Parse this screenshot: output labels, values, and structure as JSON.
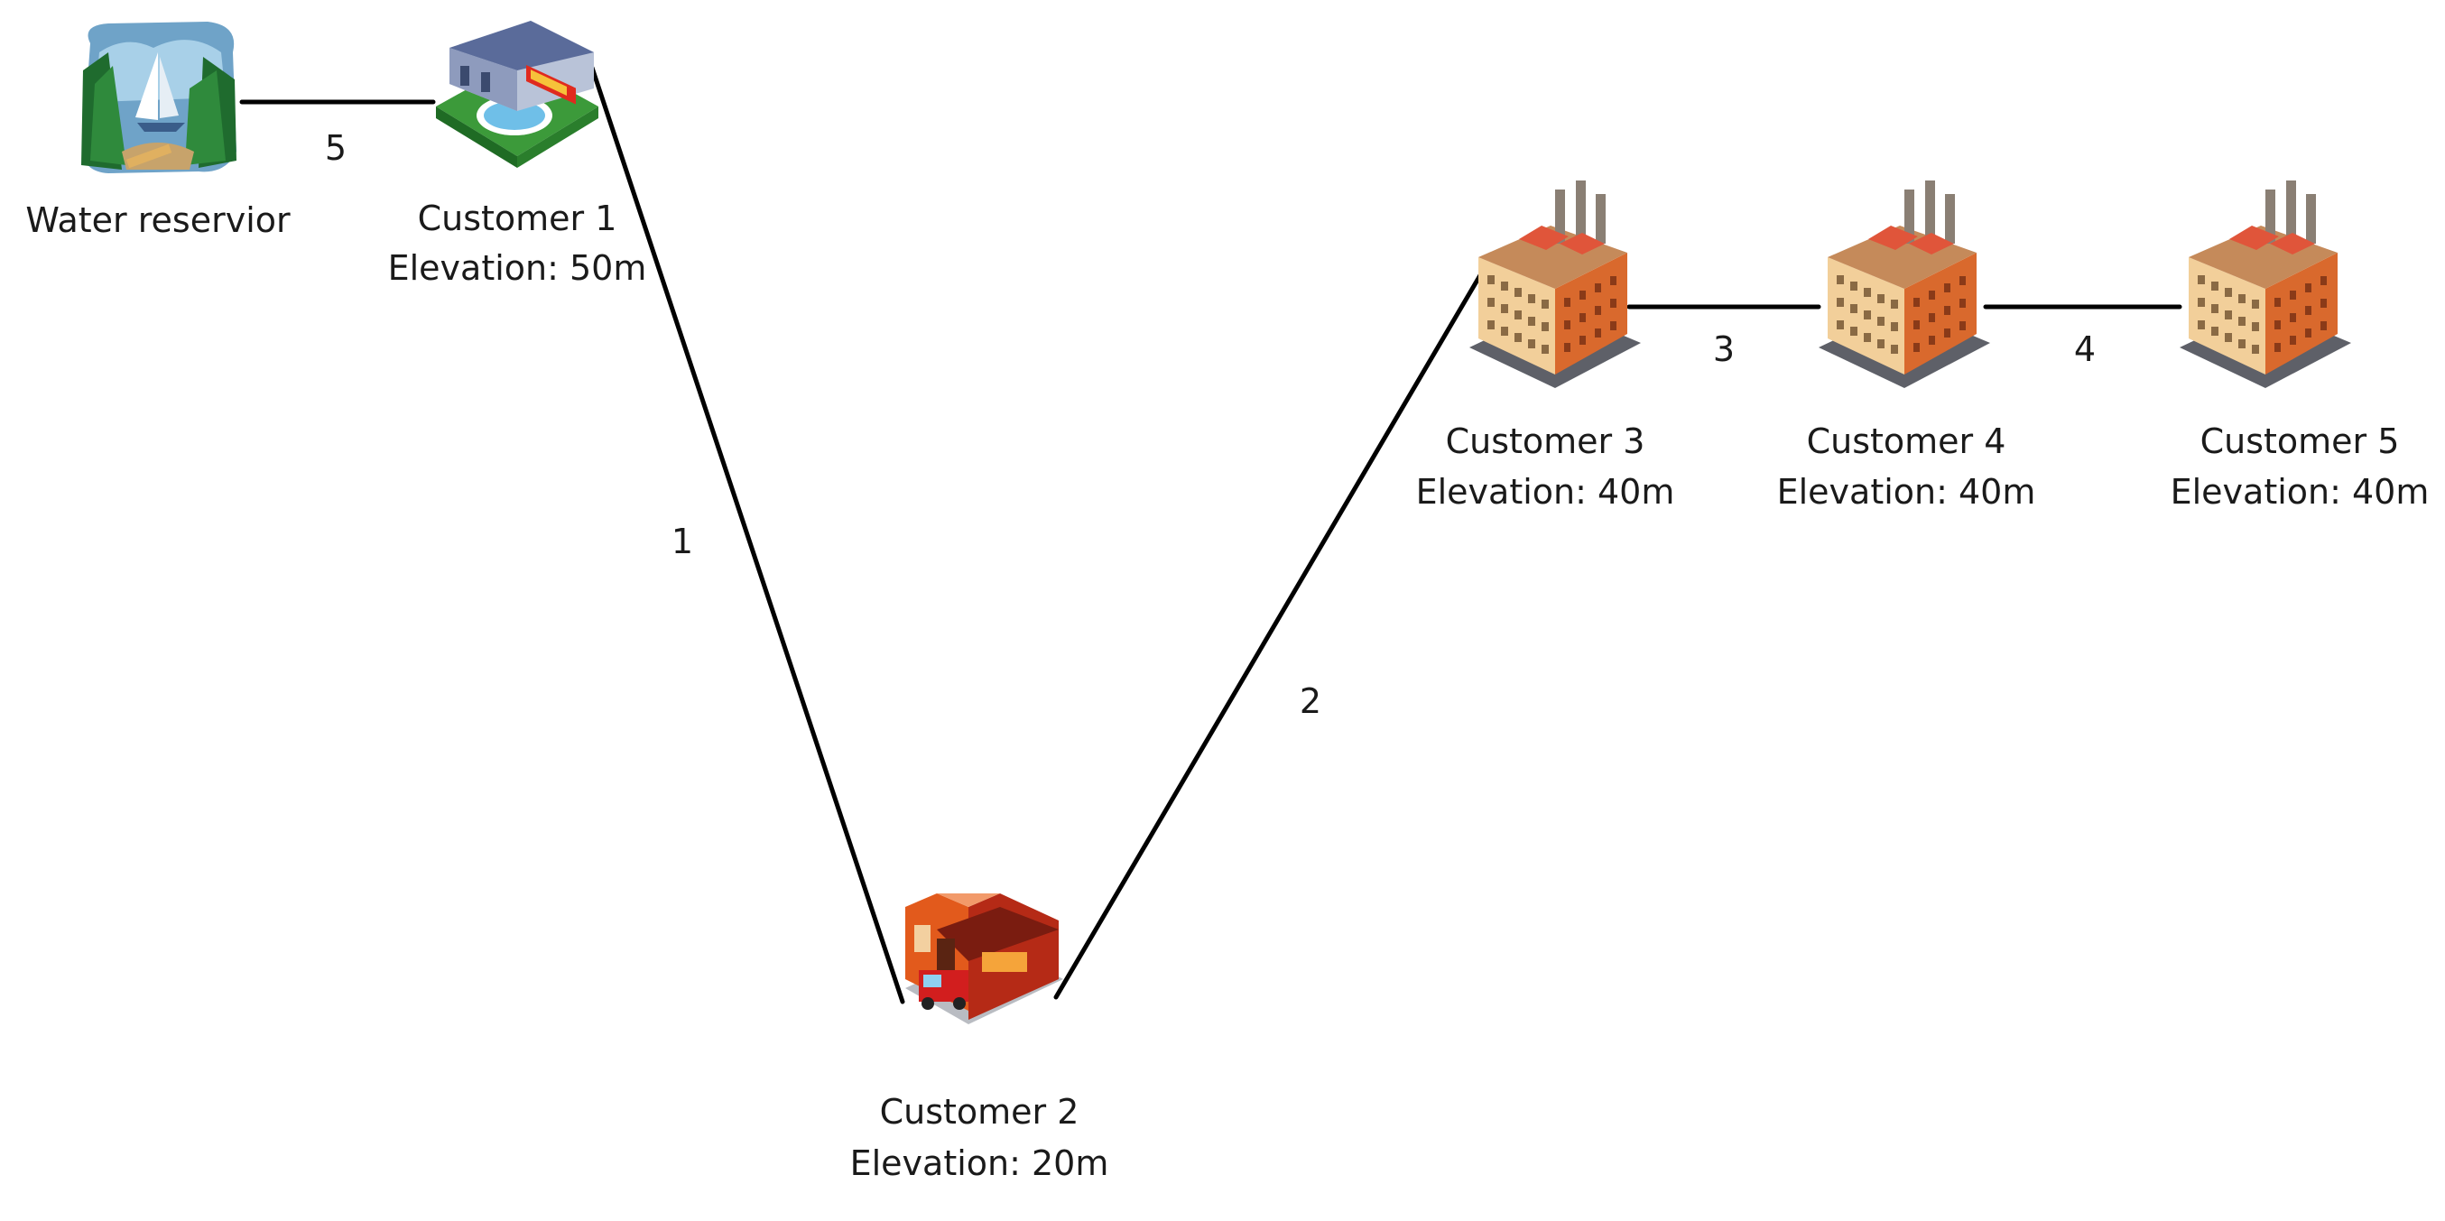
{
  "nodes": {
    "reservoir": {
      "name": "Water reservior",
      "icon": "water-reservoir-icon"
    },
    "customer1": {
      "name": "Customer 1",
      "elevation": "Elevation: 50m",
      "icon": "house-with-pool-icon"
    },
    "customer2": {
      "name": "Customer 2",
      "elevation": "Elevation: 20m",
      "icon": "fire-station-icon"
    },
    "customer3": {
      "name": "Customer 3",
      "elevation": "Elevation: 40m",
      "icon": "factory-icon"
    },
    "customer4": {
      "name": "Customer 4",
      "elevation": "Elevation: 40m",
      "icon": "factory-icon"
    },
    "customer5": {
      "name": "Customer 5",
      "elevation": "Elevation: 40m",
      "icon": "factory-icon"
    }
  },
  "edges": {
    "e1": {
      "label": "1",
      "from": "Customer 1",
      "to": "Customer 2"
    },
    "e2": {
      "label": "2",
      "from": "Customer 2",
      "to": "Customer 3"
    },
    "e3": {
      "label": "3",
      "from": "Customer 3",
      "to": "Customer 4"
    },
    "e4": {
      "label": "4",
      "from": "Customer 4",
      "to": "Customer 5"
    },
    "e5": {
      "label": "5",
      "from": "Water reservior",
      "to": "Customer 1"
    }
  }
}
